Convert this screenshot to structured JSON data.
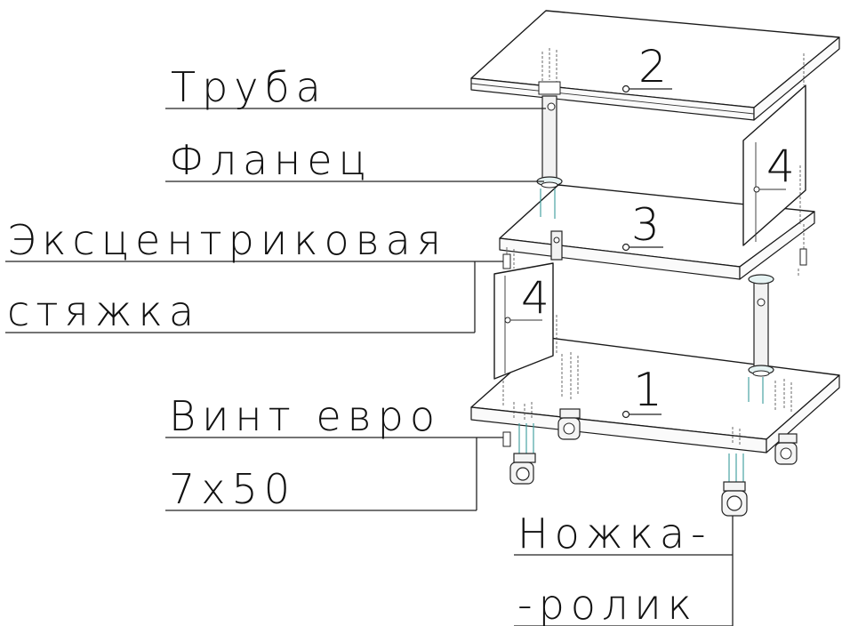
{
  "labels": {
    "pipe": "Труба",
    "flange": "Фланец",
    "eccentric_line1": "Эксцентриковая",
    "eccentric_line2": "стяжка",
    "screw_line1": "Винт евро",
    "screw_line2": "7х50",
    "caster_line1": "Ножка-",
    "caster_line2": "-ролик"
  },
  "part_numbers": {
    "bottom_shelf": "1",
    "top_shelf": "2",
    "middle_shelf": "3",
    "side_panel_upper": "4",
    "side_panel_lower": "4"
  }
}
